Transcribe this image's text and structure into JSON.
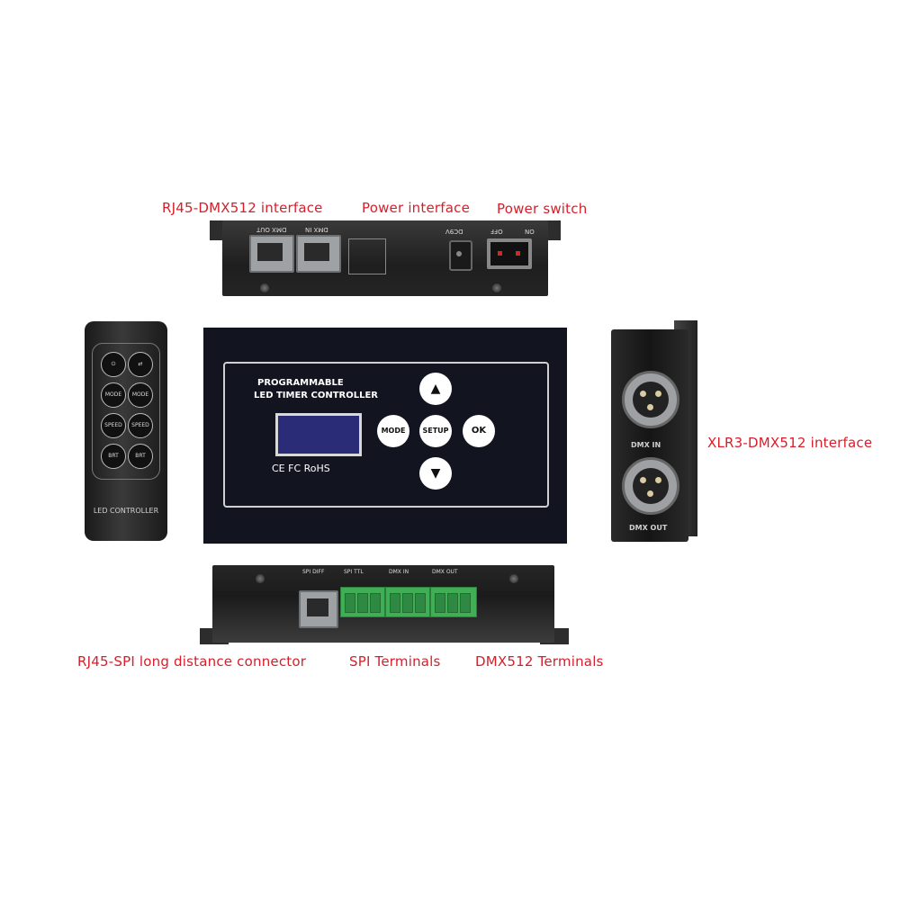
{
  "captions": {
    "rj45_dmx512": "RJ45-DMX512 interface",
    "power_interface": "Power interface",
    "power_switch": "Power switch",
    "xlr3_dmx512": "XLR3-DMX512 interface",
    "rj45_spi": "RJ45-SPI long distance connector",
    "spi_terminals": "SPI Terminals",
    "dmx512_terminals": "DMX512 Terminals"
  },
  "top_device": {
    "port_out": "DMX OUT",
    "port_in": "DMX IN",
    "power_label": "DC9V",
    "switch_off": "OFF",
    "switch_on": "ON"
  },
  "remote": {
    "label": "LED CONTROLLER",
    "buttons": [
      "MODE",
      "MODE",
      "SPEED",
      "SPEED",
      "BRT",
      "BRT"
    ]
  },
  "panel": {
    "title_line1": "PROGRAMMABLE",
    "title_line2": "LED TIMER CONTROLLER",
    "certs": "CE FC RoHS",
    "mode_button": "MODE",
    "setup_button": "SETUP",
    "ok_button": "OK",
    "up_arrow": "▲",
    "down_arrow": "▼"
  },
  "xlr_device": {
    "in_label": "DMX IN",
    "out_label": "DMX OUT"
  },
  "bottom_device": {
    "spi_diff": "SPI DIFF",
    "spi_ttl": "SPI TTL",
    "dmx_in": "DMX IN",
    "dmx_out": "DMX OUT"
  }
}
